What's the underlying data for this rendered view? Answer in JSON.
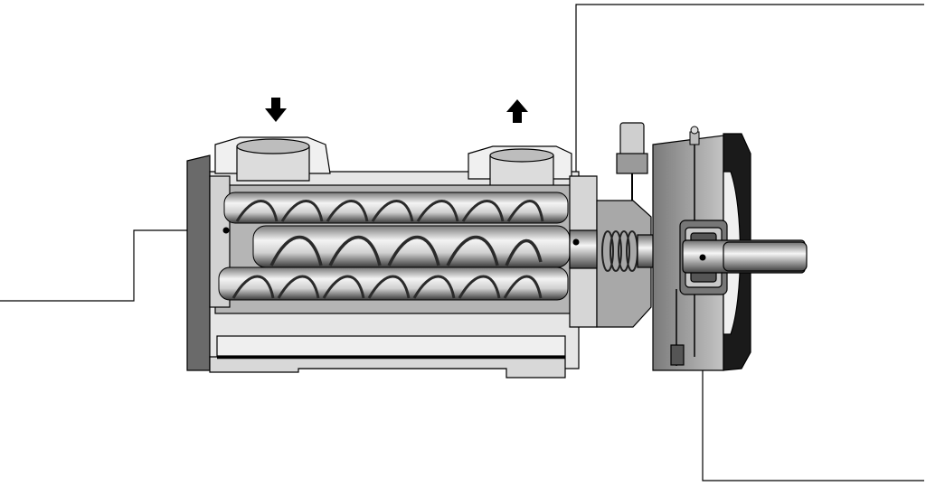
{
  "diagram": {
    "background": "#ffffff",
    "colors": {
      "outline": "#000000",
      "housing_light": "#ececec",
      "housing_mid": "#cfcfcf",
      "housing_dark": "#8a8a8a",
      "cover": "#5a5a5a",
      "cover_dark": "#1a1a1a",
      "screw_light": "#f2f2f2",
      "screw_dark": "#3c3c3c",
      "shaft": "#d9d9d9"
    },
    "flow_arrows": [
      {
        "direction": "down",
        "meaning": "inlet"
      },
      {
        "direction": "up",
        "meaning": "outlet"
      }
    ],
    "callouts": [
      {
        "label": ""
      },
      {
        "label": ""
      },
      {
        "label": ""
      }
    ]
  }
}
